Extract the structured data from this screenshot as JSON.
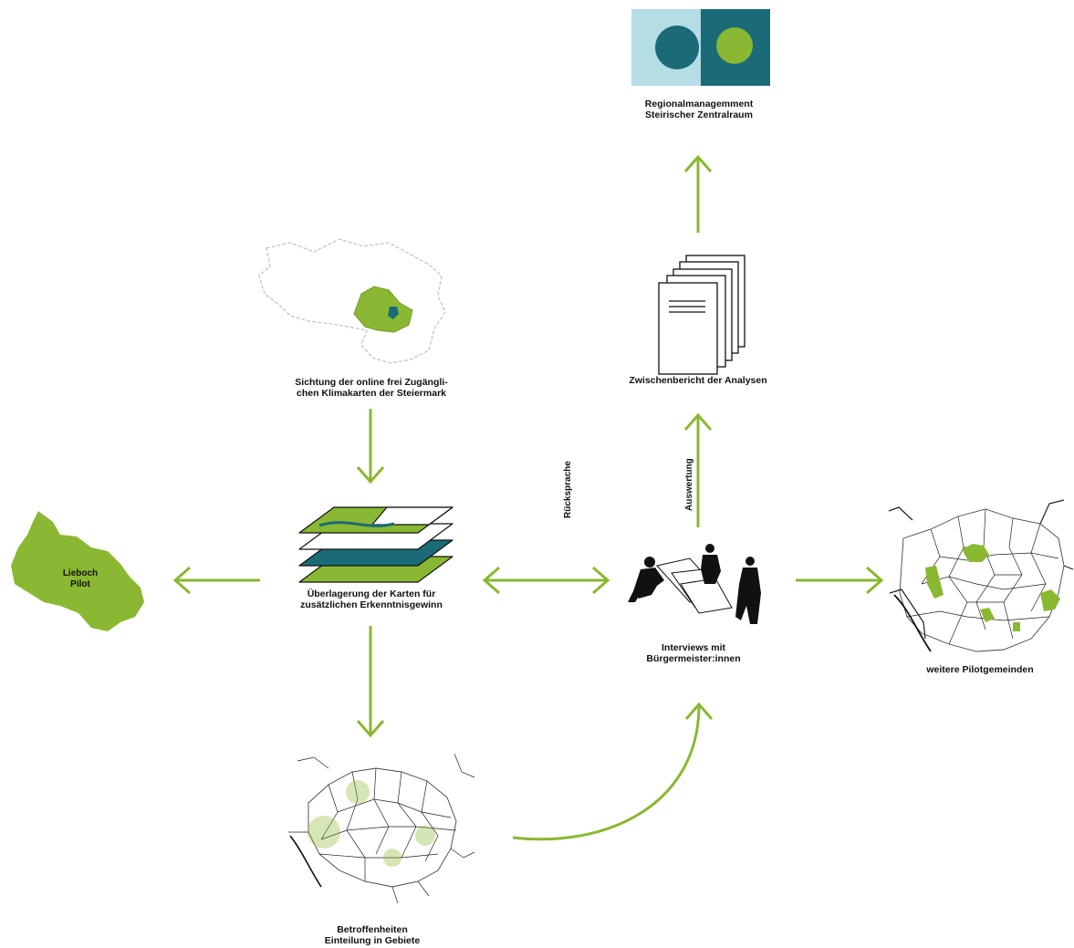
{
  "colors": {
    "accent_green": "#8ab832",
    "teal": "#1b6a77",
    "light_blue": "#b5dde6",
    "arrow_green": "#8ab832",
    "text": "#111111"
  },
  "nodes": {
    "regional": {
      "line1": "Regionalmanagemment",
      "line2": "Steirischer Zentralraum",
      "icon": "regional-management-logo-icon"
    },
    "report": {
      "line1": "Zwischenbericht der Analysen",
      "icon": "documents-icon"
    },
    "online_maps": {
      "line1": "Sichtung der online frei Zugängli-",
      "line2": "chen Klimakarten der Steiermark",
      "icon": "styria-map-icon"
    },
    "overlay": {
      "line1": "Überlagerung der Karten für",
      "line2": "zusätzlichen Erkenntnisgewinn",
      "icon": "map-layers-icon"
    },
    "lieboch": {
      "line1": "Lieboch",
      "line2": "Pilot",
      "icon": "lieboch-shape-icon"
    },
    "interviews": {
      "line1": "Interviews mit",
      "line2": "Bürgermeister:innen",
      "icon": "people-with-map-icon"
    },
    "pilots": {
      "line1": "weitere Pilotgemeinden",
      "icon": "municipalities-map-icon"
    },
    "affected": {
      "line1": "Betroffenheiten",
      "line2": "Einteilung in Gebiete",
      "icon": "affected-areas-map-icon"
    }
  },
  "edge_labels": {
    "ruecksprache": "Rücksprache",
    "auswertung": "Auswertung"
  }
}
